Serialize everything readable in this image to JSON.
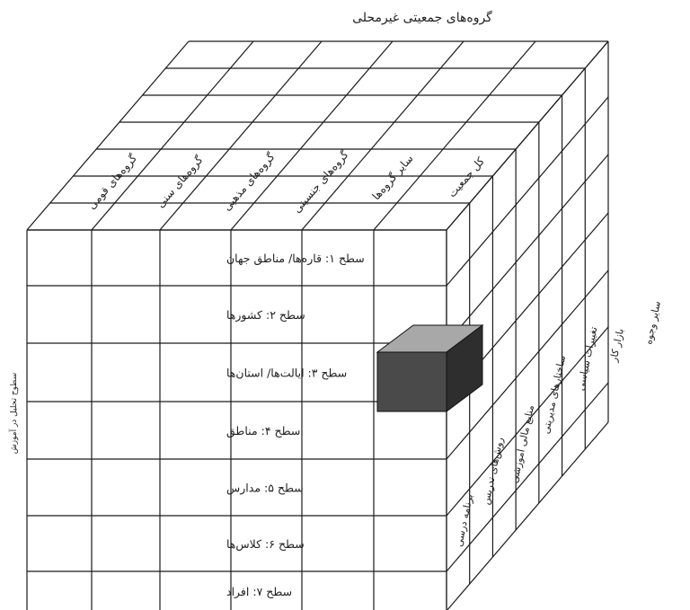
{
  "top_title": "گروه‌های جمعیتی غیرمحلی",
  "side_title": "سطوح تحلیل در آموزش",
  "front_levels": [
    "سطح ۱: قاره‌ها/ مناطق جهان",
    "سطح ۲: کشورها",
    "سطح ۳: ایالت‌ها/ استان‌ها",
    "سطح ۴: مناطق",
    "سطح ۵: مدارس",
    "سطح ۶: کلاس‌ها",
    "سطح ۷: افراد"
  ],
  "top_groups": [
    "گروه‌های قومی",
    "گروه‌های سنی",
    "گروه‌های مذهبی",
    "گروه‌های جنسیتی",
    "سایر گروه‌ها",
    "کل جمعیت"
  ],
  "side_aspects": [
    "برنامه درسی",
    "روش‌های تدریس",
    "منابع مالی آموزشی",
    "ساختارهای مدیریتی",
    "تغییرات سیاسی",
    "بازار کار",
    "سایر وجوه"
  ],
  "colors": {
    "line": "#1a1a1a",
    "highlight_front": "#4a4a4a",
    "highlight_top": "#a8a8a8",
    "highlight_side": "#2e2e2e"
  }
}
